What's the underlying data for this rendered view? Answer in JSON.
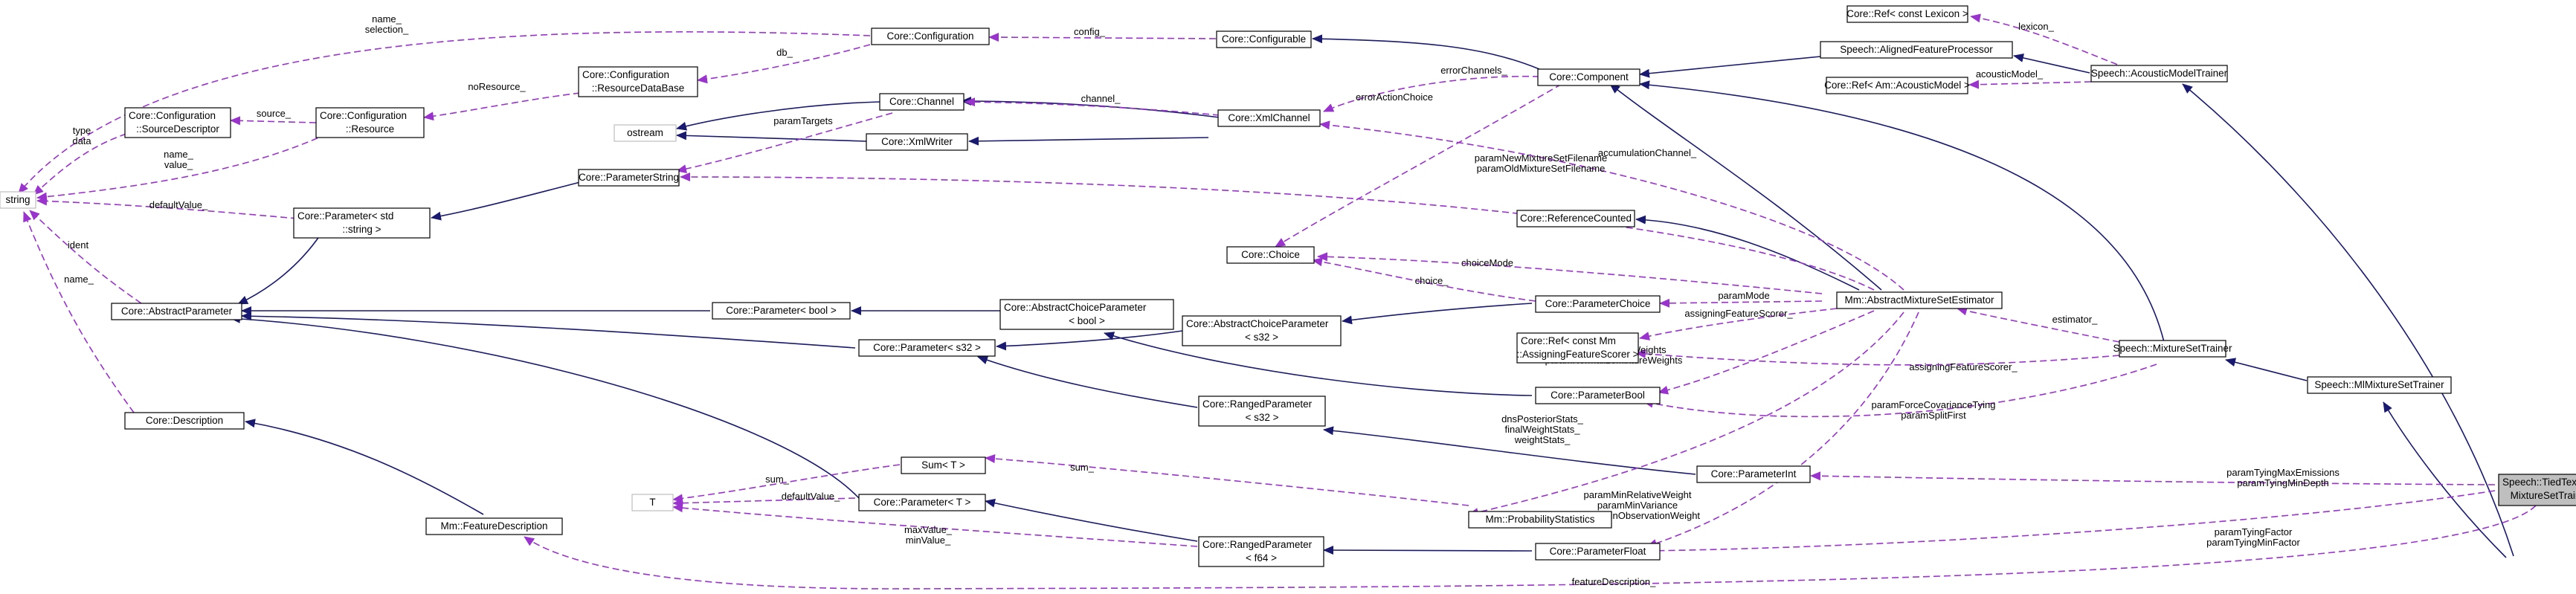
{
  "nodes": {
    "n_tied": [
      "Speech::TiedTextDependent",
      "MixtureSetTrainer"
    ],
    "n_mlmix": [
      "Speech::MlMixtureSetTrainer"
    ],
    "n_mixtrain": [
      "Speech::MixtureSetTrainer"
    ],
    "n_amtrain": [
      "Speech::AcousticModelTrainer"
    ],
    "n_reflex": [
      "Core::Ref< const Lexicon >"
    ],
    "n_afp": [
      "Speech::AlignedFeatureProcessor"
    ],
    "n_refam": [
      "Core::Ref< Am::AcousticModel >"
    ],
    "n_component": [
      "Core::Component"
    ],
    "n_configurable": [
      "Core::Configurable"
    ],
    "n_configuration": [
      "Core::Configuration"
    ],
    "n_resdb": [
      "Core::Configuration",
      "::ResourceDataBase"
    ],
    "n_resource": [
      "Core::Configuration",
      "::Resource"
    ],
    "n_srcdesc": [
      "Core::Configuration",
      "::SourceDescriptor"
    ],
    "n_string": [
      "string"
    ],
    "n_ostream": [
      "ostream"
    ],
    "n_channel": [
      "Core::Channel"
    ],
    "n_xmlchannel": [
      "Core::XmlChannel"
    ],
    "n_xmlwriter": [
      "Core::XmlWriter"
    ],
    "n_paramstring": [
      "Core::ParameterString"
    ],
    "n_paramstd": [
      "Core::Parameter< std",
      "::string >"
    ],
    "n_abstractparam": [
      "Core::AbstractParameter"
    ],
    "n_refcounted": [
      "Core::ReferenceCounted"
    ],
    "n_choice": [
      "Core::Choice"
    ],
    "n_abmse": [
      "Mm::AbstractMixtureSetEstimator"
    ],
    "n_paramchoice": [
      "Core::ParameterChoice"
    ],
    "n_acpbool": [
      "Core::AbstractChoiceParameter",
      "< bool >"
    ],
    "n_parambool_t": [
      "Core::Parameter< bool >"
    ],
    "n_acps32": [
      "Core::AbstractChoiceParameter",
      "< s32 >"
    ],
    "n_params32": [
      "Core::Parameter< s32 >"
    ],
    "n_refafs": [
      "Core::Ref< const Mm",
      "::AssigningFeatureScorer >"
    ],
    "n_parambool": [
      "Core::ParameterBool"
    ],
    "n_ranged32": [
      "Core::RangedParameter",
      "< s32 >"
    ],
    "n_paramint": [
      "Core::ParameterInt"
    ],
    "n_sumt": [
      "Sum< T >"
    ],
    "n_t": [
      "T"
    ],
    "n_paramt": [
      "Core::Parameter< T >"
    ],
    "n_probstats": [
      "Mm::ProbabilityStatistics"
    ],
    "n_rangedf64": [
      "Core::RangedParameter",
      "< f64 >"
    ],
    "n_paramfloat": [
      "Core::ParameterFloat"
    ],
    "n_description": [
      "Core::Description"
    ],
    "n_featdesc": [
      "Mm::FeatureDescription"
    ]
  },
  "edge_labels": {
    "lexicon": [
      "lexicon_"
    ],
    "acoustic": [
      "acousticModel_"
    ],
    "config": [
      "config_"
    ],
    "db": [
      "db_"
    ],
    "noresource": [
      "noResource_"
    ],
    "source": [
      "source_"
    ],
    "namesel": [
      "name_",
      "selection_"
    ],
    "typedata": [
      "type",
      "data"
    ],
    "namevalue": [
      "name_",
      "value_"
    ],
    "default_str": [
      "defaultValue_"
    ],
    "ident": [
      "ident"
    ],
    "name2": [
      "name_"
    ],
    "errchannels": [
      "errorChannels_"
    ],
    "erraction": [
      "errorActionChoice"
    ],
    "channel": [
      "channel_"
    ],
    "paramtargets": [
      "paramTargets"
    ],
    "accchannel": [
      "accumulationChannel_"
    ],
    "filenames": [
      "paramNewMixtureSetFilename",
      "paramOldMixtureSetFilename"
    ],
    "choicemode": [
      "choiceMode"
    ],
    "parammode": [
      "paramMode"
    ],
    "choice": [
      "choice_"
    ],
    "afs1": [
      "assigningFeatureScorer_"
    ],
    "weights": [
      "paramAllowZeroWeights",
      "paramNormalizeMixtureWeights"
    ],
    "estimator": [
      "estimator_"
    ],
    "afs2": [
      "assigningFeatureScorer_"
    ],
    "cov": [
      "paramForceCovarianceTying",
      "paramSplitFirst"
    ],
    "stats": [
      "dnsPosteriorStats_",
      "finalWeightStats_",
      "weightStats_"
    ],
    "sum": [
      "sum_"
    ],
    "sum2": [
      "sum_"
    ],
    "defval_t": [
      "defaultValue_"
    ],
    "maxmin": [
      "maxValue_",
      "minValue_"
    ],
    "tyingint": [
      "paramTyingMaxEmissions",
      "paramTyingMinDepth"
    ],
    "minrel": [
      "paramMinRelativeWeight",
      "paramMinVariance",
      "paramMinObservationWeight"
    ],
    "tyingfloat": [
      "paramTyingFactor",
      "paramTyingMinFactor"
    ],
    "featdesc": [
      "featureDescription_"
    ]
  },
  "colors": {
    "inherit_edge": "#191970",
    "usage_edge": "#9a32cd",
    "focus_fill": "#bfbfbf",
    "node_border": "#000000",
    "external_border": "#bfbfbf"
  }
}
